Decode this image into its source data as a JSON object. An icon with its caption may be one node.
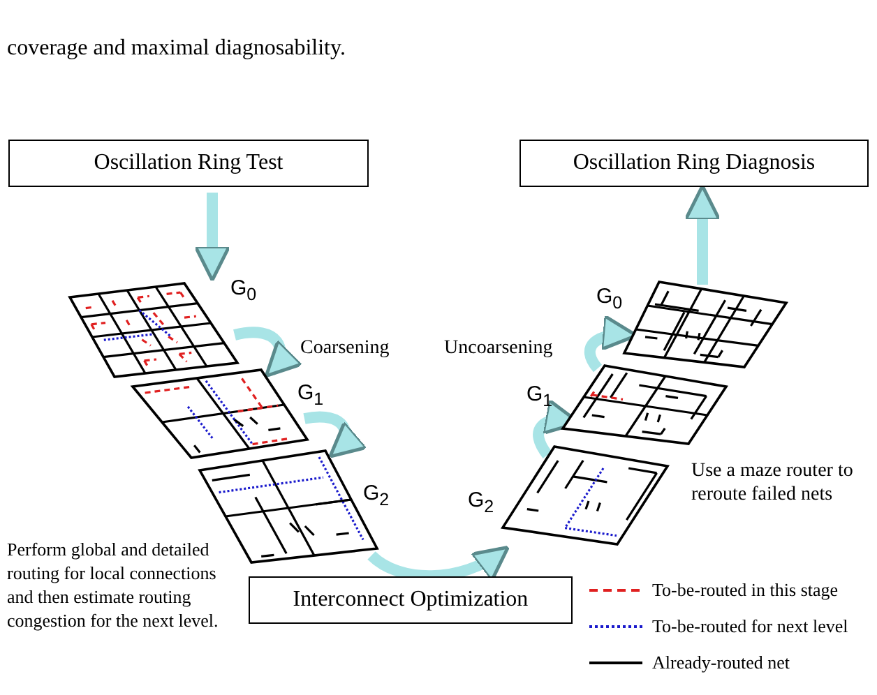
{
  "diagram": {
    "nodes": [
      {
        "text": [
          "Oscillation Ring Test"
        ]
      },
      {
        "text": [
          "Oscillation Ring Diagnosis"
        ]
      },
      {
        "text": [],
        "shape": "grid",
        "beside": [
          "G$_{0}$"
        ]
      },
      {
        "text": [],
        "shape": "grid",
        "beside": [
          "G$_{1}$"
        ]
      },
      {
        "text": [],
        "shape": "grid",
        "beside": [
          "G$_{2}$"
        ]
      },
      {
        "text": [],
        "shape": "grid",
        "beside": [
          "G$_{2}$"
        ]
      },
      {
        "text": [],
        "shape": "grid",
        "beside": [
          "G$_{1}$"
        ]
      },
      {
        "text": [],
        "shape": "grid",
        "beside": [
          "G$_{0}$"
        ]
      },
      {
        "text": [
          "Interconnect Optimization"
        ]
      }
    ],
    "edges": [
      {
        "from": 0,
        "to": 2,
        "arrow": "to"
      },
      {
        "from": 2,
        "to": 3,
        "arrow": "to"
      },
      {
        "from": 3,
        "to": 4,
        "arrow": "to"
      },
      {
        "from": 4,
        "to": 5,
        "arrow": "to"
      },
      {
        "from": 5,
        "to": 6,
        "arrow": "to"
      },
      {
        "from": 6,
        "to": 7,
        "arrow": "to"
      },
      {
        "from": 7,
        "to": 1,
        "arrow": "to"
      }
    ],
    "labels": [
      "coverage and maximal diagnosability.",
      "Coarsening",
      "Uncoarsening",
      "Use a maze router to reroute failed nets",
      "Perform global and detailed routing for local connections and then estimate routing congestion for the next level."
    ],
    "legend": [
      {
        "text": "To-be-routed in this stage"
      },
      {
        "text": "To-be-routed for next level"
      },
      {
        "text": "Already-routed net"
      }
    ]
  }
}
